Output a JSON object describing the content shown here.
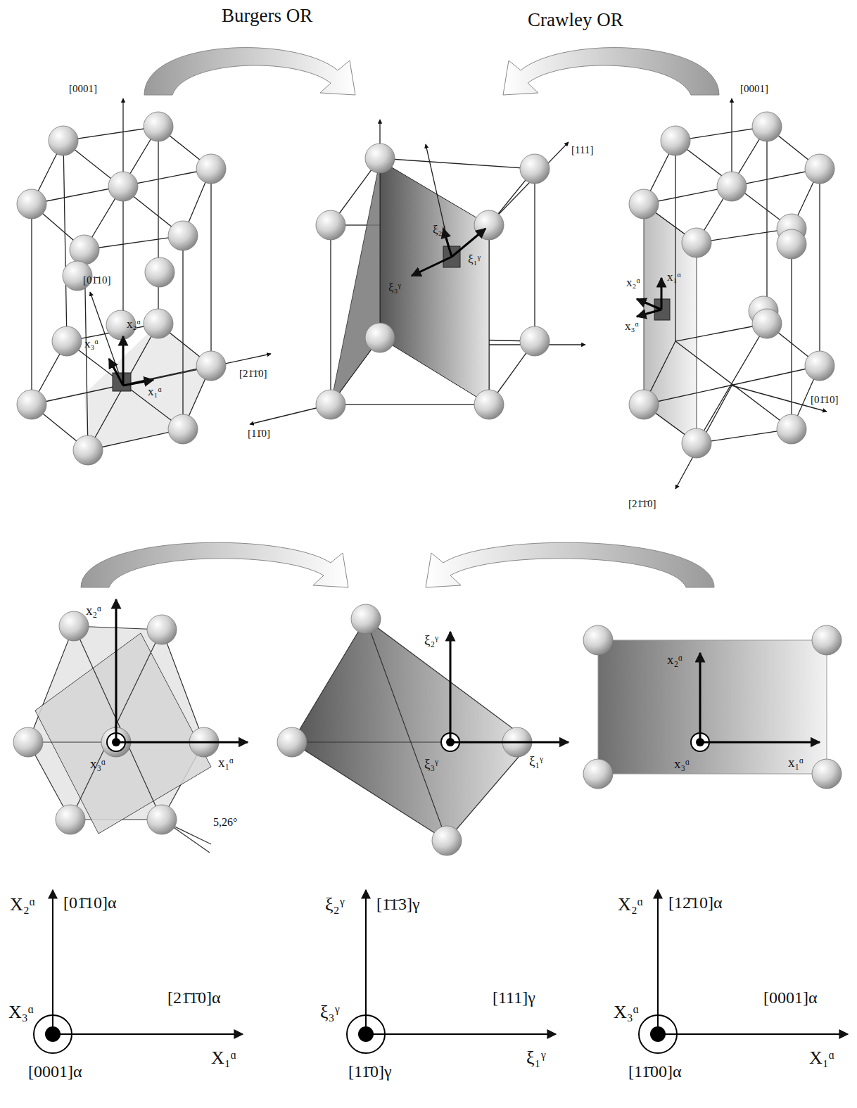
{
  "diagram": {
    "labels": [
      "Burgers OR",
      "Crawley OR",
      "[0001]",
      "[01̄10]",
      "x₂ᵅ",
      "x₃ᵅ",
      "x₁ᵅ",
      "[21̄1̄0]",
      "[111]",
      "ξ₂ᵞ",
      "ξ₃ᵞ",
      "ξ₁ᵞ",
      "[11̄0]",
      "[0001]",
      "x₂ᵅ",
      "x₁ᵅ",
      "x₃ᵅ",
      "[01̄10]",
      "[21̄1̄0]",
      "x₂ᵅ",
      "x₃ᵅ",
      "x₁ᵅ",
      "5,26°",
      "ξ₂ᵞ",
      "ξ₃ᵞ",
      "ξ₁ᵞ",
      "x₂ᵅ",
      "x₃ᵅ",
      "x₁ᵅ",
      "X₂ᵅ",
      "[01̄10]α",
      "[21̄1̄0]α",
      "X₃ᵅ",
      "[0001]α",
      "X₁ᵅ",
      "ξ₂ᵞ",
      "[1̄1̄3]γ",
      "[111]γ",
      "ξ₃ᵞ",
      "[11̄0]γ",
      "ξ₁ᵞ",
      "X₂ᵅ",
      "[12̄10]α",
      "[0001]α",
      "X₃ᵅ",
      "[11̄00]α",
      "X₁ᵅ"
    ]
  }
}
